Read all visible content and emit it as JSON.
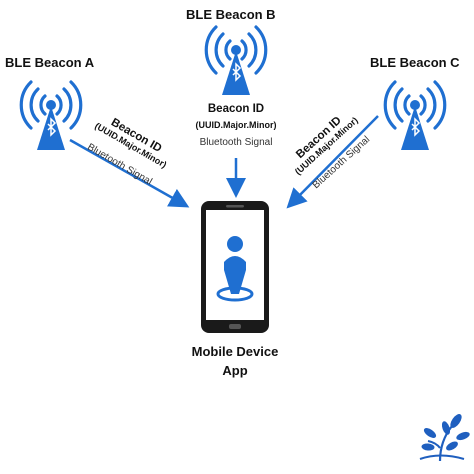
{
  "beacons": {
    "a": {
      "title": "BLE Beacon A"
    },
    "b": {
      "title": "BLE Beacon B"
    },
    "c": {
      "title": "BLE Beacon C"
    }
  },
  "signal_labels": {
    "beacon_id": "Beacon ID",
    "uuid": "(UUID.Major.Minor)",
    "bluetooth_signal": "Bluetooth Signal"
  },
  "device": {
    "line1": "Mobile Device",
    "line2": "App"
  },
  "colors": {
    "accent": "#1f6fd1",
    "dark": "#1a1a1a",
    "logo": "#1f5fbf"
  },
  "icons": [
    "bluetooth-icon",
    "broadcast-tower-icon",
    "location-pin-icon",
    "leaf-logo-icon"
  ]
}
